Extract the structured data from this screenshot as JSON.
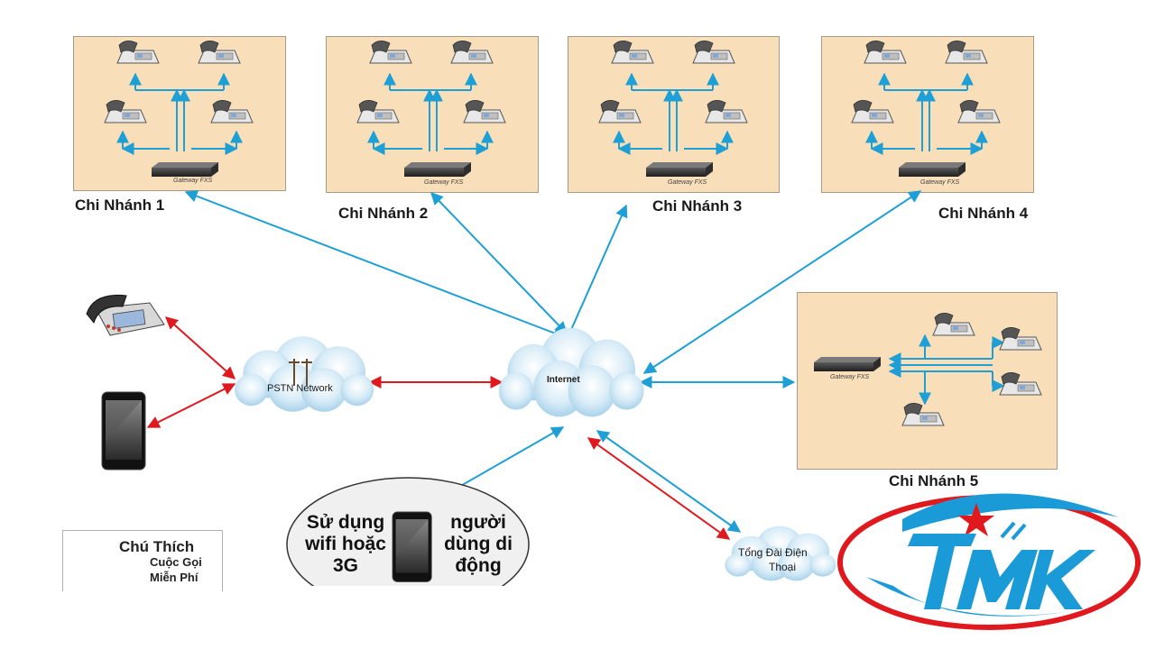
{
  "branches": [
    {
      "label": "Chi Nhánh 1",
      "device_label": "Gateway FXS"
    },
    {
      "label": "Chi Nhánh 2",
      "device_label": "Gateway FXS"
    },
    {
      "label": "Chi Nhánh 3",
      "device_label": "Gateway FXS"
    },
    {
      "label": "Chi Nhánh 4",
      "device_label": "Gateway FXS"
    },
    {
      "label": "Chi Nhánh 5",
      "device_label": "Gateway FXS"
    }
  ],
  "clouds": {
    "pstn": "PSTN Network",
    "internet": "Internet",
    "switchboard_line1": "Tổng Đài Điện",
    "switchboard_line2": "Thoại"
  },
  "mobile_users": {
    "left_line1": "Sử dụng",
    "left_line2": "wifi hoặc",
    "left_line3": "3G",
    "right_line1": "người",
    "right_line2": "dùng di",
    "right_line3": "động"
  },
  "legend": {
    "title": "Chú Thích",
    "line1": "Cuộc Gọi",
    "line2": "Miễn Phí"
  },
  "logo": {
    "text": "TMK"
  },
  "colors": {
    "free_call": "#1e9fd6",
    "pstn_call": "#e0191e",
    "branch_bg": "#f8dfba",
    "logo_red": "#e0191e",
    "logo_blue": "#1a9ad6"
  }
}
